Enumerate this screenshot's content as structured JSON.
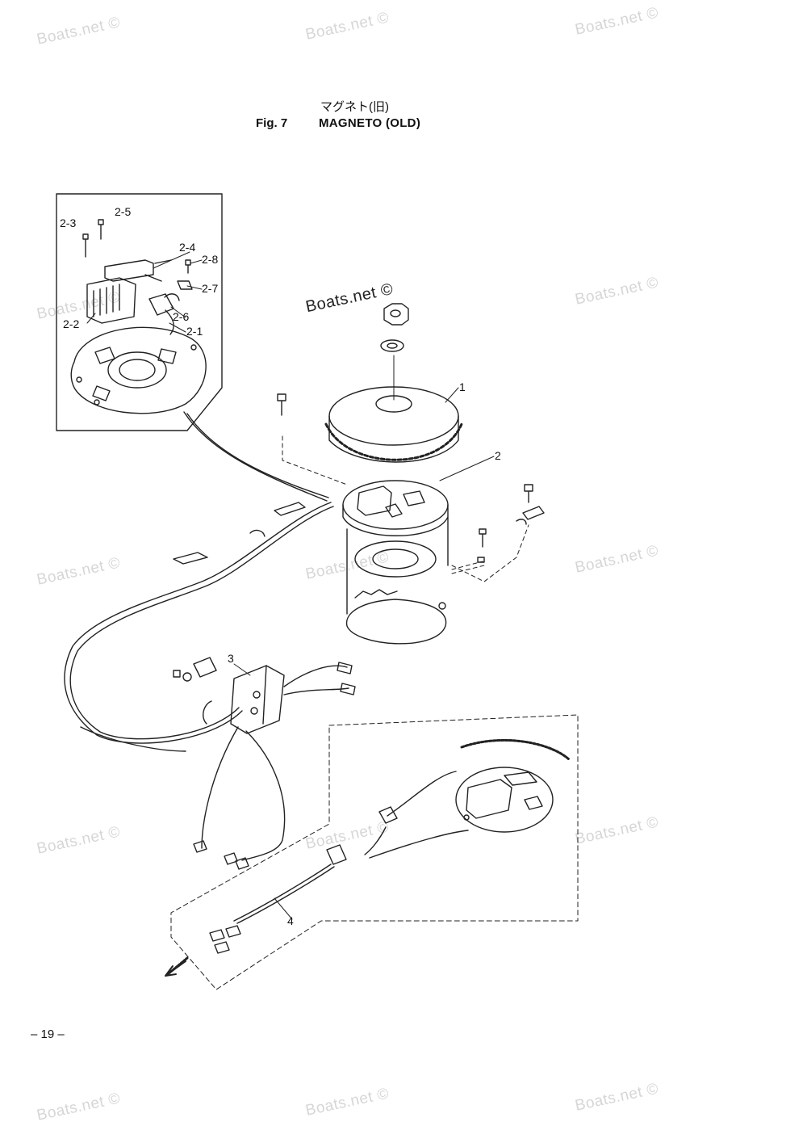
{
  "header": {
    "title_jp": "マグネト(旧)",
    "fig_number": "Fig. 7",
    "title_en": "MAGNETO (OLD)"
  },
  "watermark": {
    "text": "Boats.net ©"
  },
  "callouts": {
    "c1": "1",
    "c2": "2",
    "c3": "3",
    "c4": "4",
    "c2_1": "2-1",
    "c2_2": "2-2",
    "c2_3": "2-3",
    "c2_4": "2-4",
    "c2_5": "2-5",
    "c2_6": "2-6",
    "c2_7": "2-7",
    "c2_8": "2-8"
  },
  "footer": {
    "page_number": "– 19 –"
  }
}
